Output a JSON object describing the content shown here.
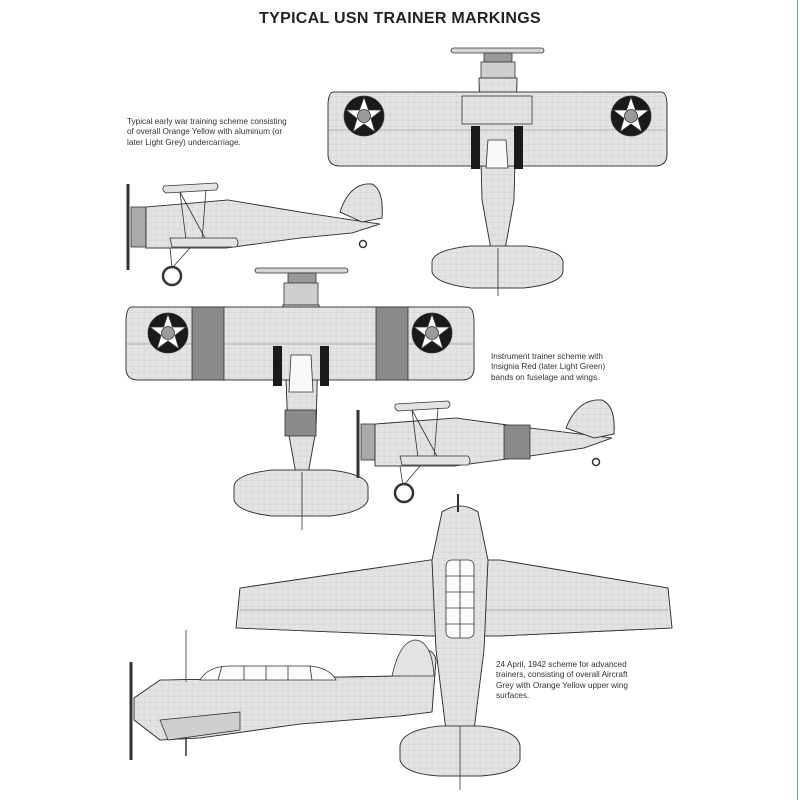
{
  "title": "TYPICAL USN TRAINER MARKINGS",
  "captions": {
    "early_war": [
      "Typical early war training scheme consisting",
      "of overall Orange Yellow with aluminum (or",
      "later Light Grey) undercarriage."
    ],
    "instrument": [
      "Instrument trainer scheme with",
      "Insignia Red (later Light Green)",
      "bands on fuselage and wings."
    ],
    "advanced": [
      "24 April, 1942 scheme for advanced",
      "trainers, consisting of overall Aircraft",
      "Grey with Orange Yellow upper wing",
      "surfaces."
    ]
  },
  "colors": {
    "aircraft_fill": "#e3e3e3",
    "line": "#333333",
    "band": "#8a8a8a",
    "insignia_blue": "#1a1a1a",
    "insignia_red_center": "#9a9a9a",
    "page_edge": "#6fa39a"
  }
}
